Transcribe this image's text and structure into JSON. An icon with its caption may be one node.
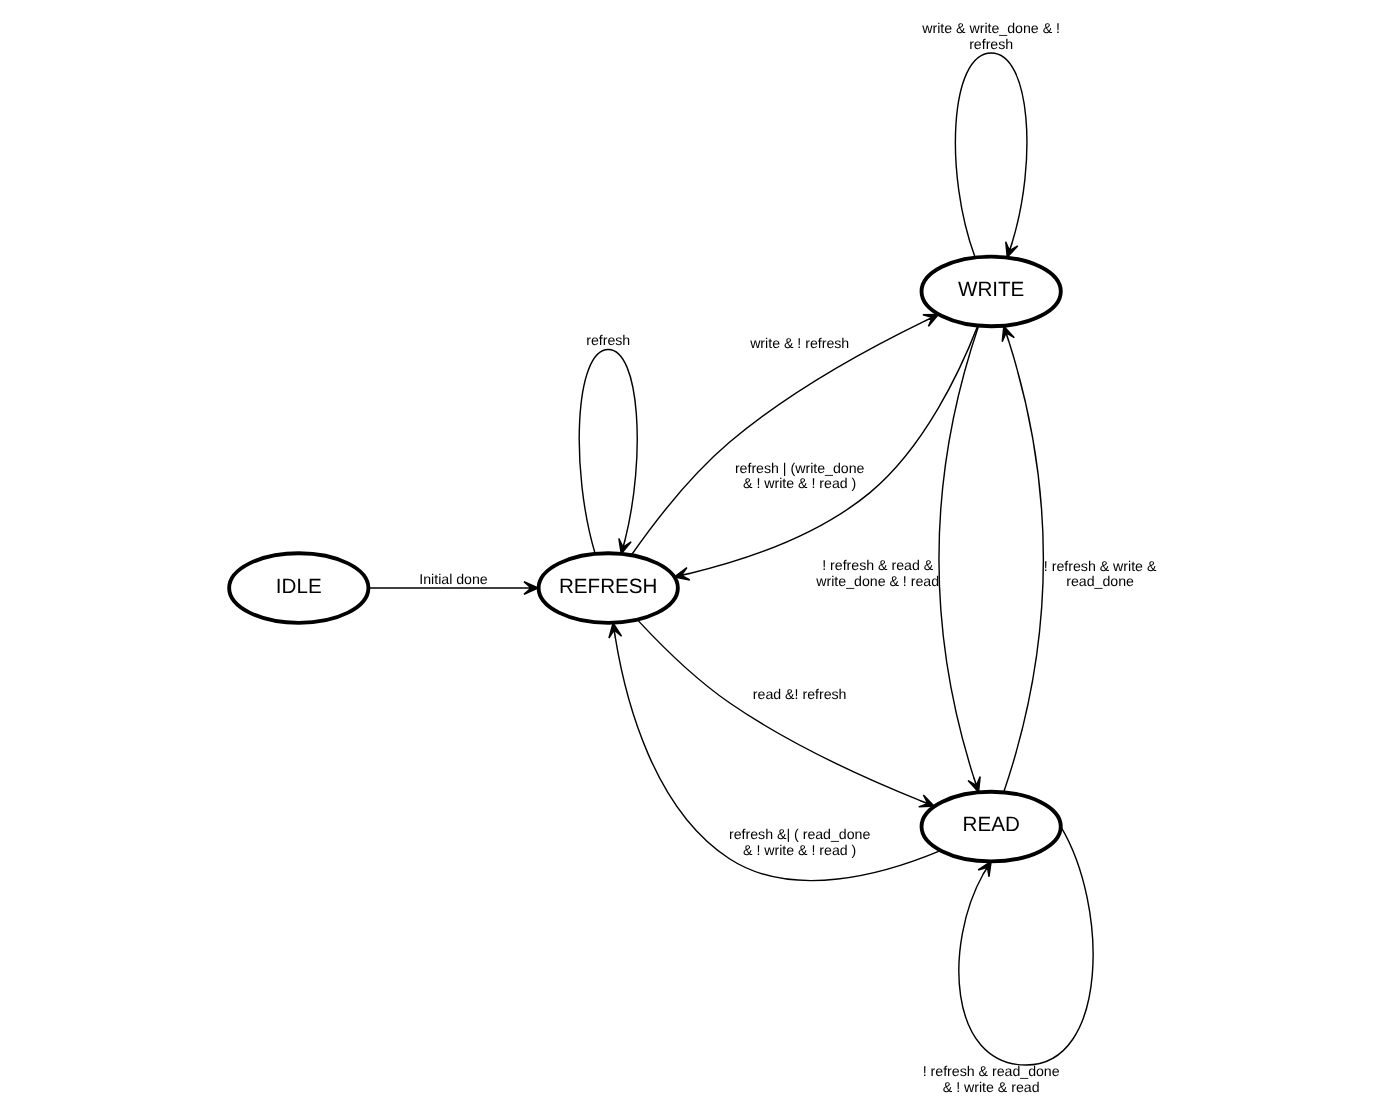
{
  "diagram": {
    "nodes": [
      {
        "text": [
          "IDLE"
        ]
      },
      {
        "text": [
          "REFRESH"
        ]
      },
      {
        "text": [
          "WRITE"
        ]
      },
      {
        "text": [
          "READ"
        ]
      }
    ],
    "edges": [
      {
        "from": 0,
        "to": 1,
        "arrow": "to",
        "label": "Initial done"
      },
      {
        "from": 1,
        "to": 1,
        "arrow": "to",
        "label": "refresh"
      },
      {
        "from": 1,
        "to": 2,
        "arrow": "to",
        "label": "write & ! refresh"
      },
      {
        "from": 2,
        "to": 1,
        "arrow": "to",
        "label": "refresh | (write_done & ! write & ! read )"
      },
      {
        "from": 2,
        "to": 2,
        "arrow": "to",
        "label": "write & write_done & ! refresh"
      },
      {
        "from": 1,
        "to": 3,
        "arrow": "to",
        "label": "read &! refresh"
      },
      {
        "from": 3,
        "to": 1,
        "arrow": "to",
        "label": "refresh &| ( read_done & ! write & ! read )"
      },
      {
        "from": 3,
        "to": 2,
        "arrow": "to",
        "label": "! refresh & write & read_done"
      },
      {
        "from": 2,
        "to": 3,
        "arrow": "to",
        "label": "! refresh & read & write_done & ! read"
      },
      {
        "from": 3,
        "to": 3,
        "arrow": "to",
        "label": "! refresh & read_done & ! write & read"
      }
    ]
  }
}
